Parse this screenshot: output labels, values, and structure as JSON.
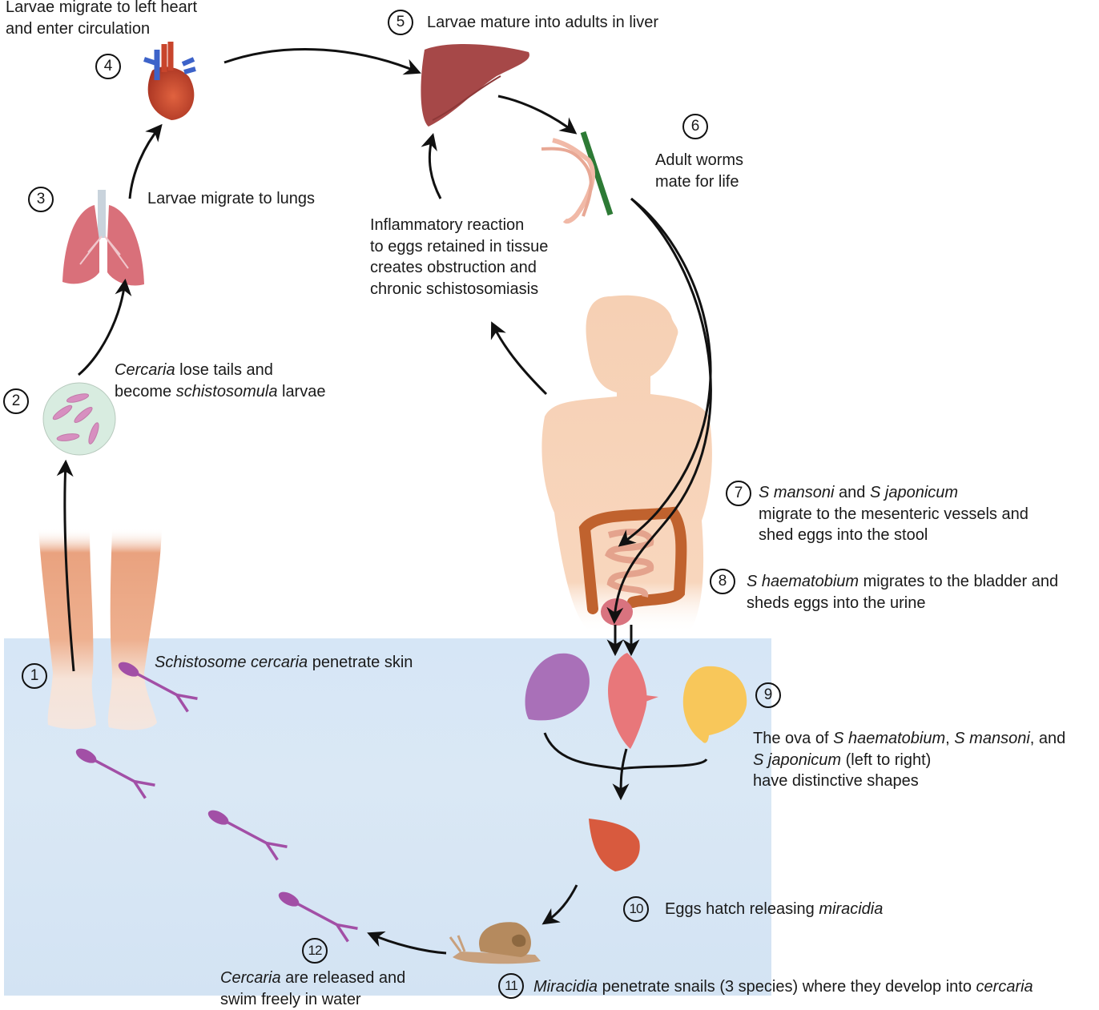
{
  "diagram": {
    "title": "Schistosoma life cycle",
    "colors": {
      "water": "#d6e6f6",
      "skin": "#f5cfb3",
      "cercaria": "#a24fa6",
      "liver": "#a64848",
      "heart": "#c8452c",
      "lungs": "#d9707a",
      "colon": "#c0622e",
      "egg_haematobium": "#a970b8",
      "egg_mansoni": "#e8777a",
      "egg_japonicum": "#f8c75a",
      "snail": "#b58a5e",
      "arrow": "#111111"
    },
    "steps": [
      {
        "number": "1",
        "segments": [
          {
            "text": "Schistosome cercaria",
            "italic": true
          },
          {
            "text": " penetrate skin",
            "italic": false
          }
        ]
      },
      {
        "number": "2",
        "lines": [
          [
            {
              "text": "Cercaria",
              "italic": true
            },
            {
              "text": " lose tails and",
              "italic": false
            }
          ],
          [
            {
              "text": "become ",
              "italic": false
            },
            {
              "text": "schistosomula",
              "italic": true
            },
            {
              "text": " larvae",
              "italic": false
            }
          ]
        ]
      },
      {
        "number": "3",
        "text": "Larvae migrate to lungs"
      },
      {
        "number": "4",
        "lines": [
          "Larvae migrate to left heart",
          "and enter circulation"
        ]
      },
      {
        "number": "5",
        "text": "Larvae mature into adults in liver"
      },
      {
        "number": "6",
        "lines": [
          "Adult worms",
          "mate for life"
        ]
      },
      {
        "number": "7",
        "lines": [
          [
            {
              "text": "S mansoni",
              "italic": true
            },
            {
              "text": " and ",
              "italic": false
            },
            {
              "text": "S japonicum",
              "italic": true
            }
          ],
          [
            {
              "text": "migrate to the mesenteric vessels and",
              "italic": false
            }
          ],
          [
            {
              "text": "shed eggs into the stool",
              "italic": false
            }
          ]
        ]
      },
      {
        "number": "8",
        "lines": [
          [
            {
              "text": "S haematobium",
              "italic": true
            },
            {
              "text": " migrates to the bladder and",
              "italic": false
            }
          ],
          [
            {
              "text": "sheds eggs into the urine",
              "italic": false
            }
          ]
        ]
      },
      {
        "number": "9",
        "lines": [
          [
            {
              "text": "The ova of ",
              "italic": false
            },
            {
              "text": "S haematobium",
              "italic": true
            },
            {
              "text": ", ",
              "italic": false
            },
            {
              "text": "S mansoni",
              "italic": true
            },
            {
              "text": ", and",
              "italic": false
            }
          ],
          [
            {
              "text": "S japonicum",
              "italic": true
            },
            {
              "text": " (left to right)",
              "italic": false
            }
          ],
          [
            {
              "text": "have distinctive shapes",
              "italic": false
            }
          ]
        ]
      },
      {
        "number": "10",
        "segments": [
          {
            "text": "Eggs hatch releasing ",
            "italic": false
          },
          {
            "text": "miracidia",
            "italic": true
          }
        ]
      },
      {
        "number": "11",
        "segments": [
          {
            "text": "Miracidia",
            "italic": true
          },
          {
            "text": " penetrate snails (3 species) where they develop into ",
            "italic": false
          },
          {
            "text": "cercaria",
            "italic": true
          }
        ]
      },
      {
        "number": "12",
        "lines": [
          [
            {
              "text": "Cercaria",
              "italic": true
            },
            {
              "text": " are released and",
              "italic": false
            }
          ],
          [
            {
              "text": "swim freely in water",
              "italic": false
            }
          ]
        ]
      }
    ],
    "inflammation_note": {
      "lines": [
        "Inflammatory reaction",
        "to eggs retained in tissue",
        "creates obstruction and",
        "chronic schistosomiasis"
      ]
    }
  }
}
